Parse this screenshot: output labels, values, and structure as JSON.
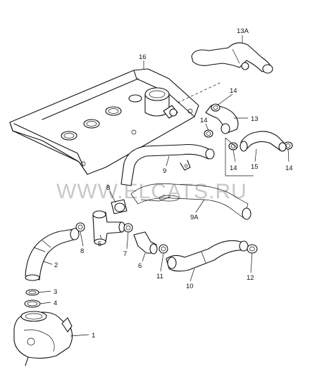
{
  "diagram": {
    "watermark": "WWW.ELCATS.RU",
    "callouts": [
      "13A",
      "16",
      "14",
      "13",
      "14",
      "14",
      "15",
      "14",
      "9",
      "8",
      "9A",
      "8",
      "5",
      "7",
      "6",
      "11",
      "10",
      "12",
      "2",
      "3",
      "4",
      "1"
    ]
  },
  "colors": {
    "line": "#111111",
    "background": "#ffffff",
    "watermark": "#c8c8c8"
  }
}
